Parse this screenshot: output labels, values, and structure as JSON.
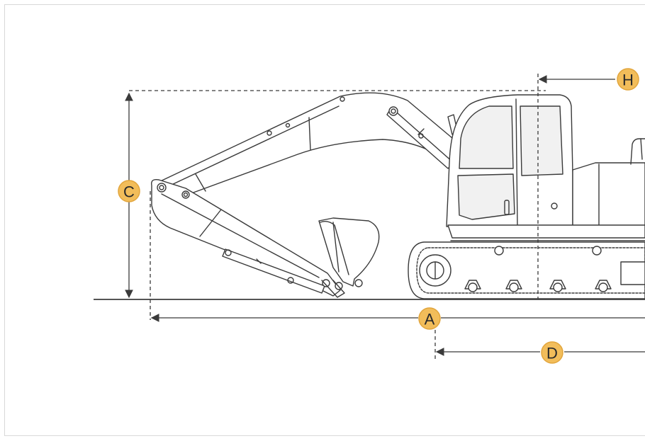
{
  "diagram": {
    "labels": {
      "a": "A",
      "c": "C",
      "d": "D",
      "h": "H"
    },
    "colors": {
      "badge_fill": "#f2bd5a",
      "badge_stroke": "#e2a53c",
      "line": "#3a3a3a",
      "cab_glass": "#f1f1f1"
    }
  }
}
